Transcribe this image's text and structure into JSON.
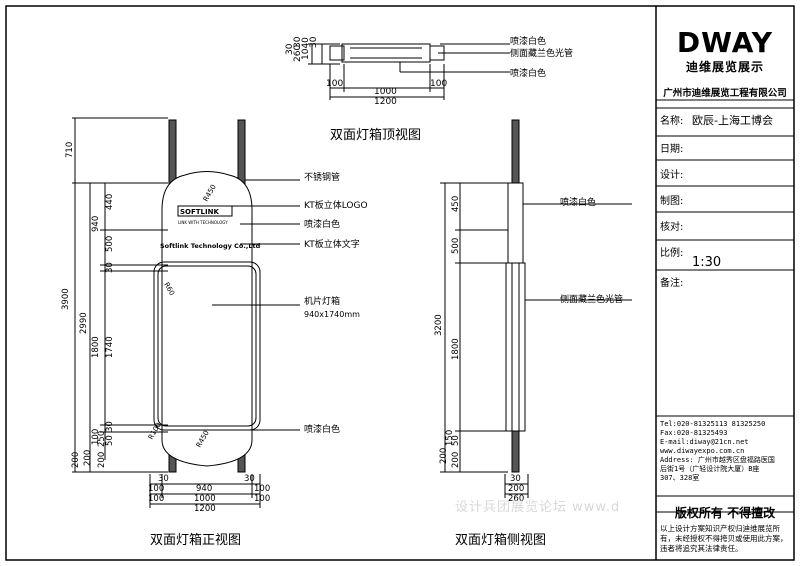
{
  "drawing": {
    "top_view_title": "双面灯箱顶视图",
    "front_view_title": "双面灯箱正视图",
    "side_view_title": "双面灯箱侧视图",
    "top_labels": [
      "喷漆白色",
      "侧面藏兰色光管",
      "喷漆白色"
    ],
    "top_dims": {
      "d260": "260",
      "d30a": "30",
      "d30b": "30",
      "d1040": "1040",
      "d30c": "30",
      "w100a": "100",
      "w1000": "1000",
      "w100b": "100",
      "w1200": "1200"
    },
    "front_labels": [
      "不锈钢管",
      "KT板立体LOGO",
      "喷漆白色",
      "KT板立体文字",
      "机片灯箱",
      "940x1740mm",
      "喷漆白色"
    ],
    "front_panel_text": [
      "SOFTLINK",
      "LINK WITH TECHNOLOGY",
      "Softlink Technology Co.,Ltd"
    ],
    "front_radii": [
      "R450",
      "R60",
      "R100",
      "R450"
    ],
    "front_dims_left": [
      "710",
      "3900",
      "940",
      "440",
      "500",
      "30",
      "2990",
      "1800",
      "1740",
      "30",
      "100",
      "250",
      "200",
      "50",
      "200",
      "200"
    ],
    "front_dims_bottom": [
      "30",
      "30",
      "100",
      "940",
      "100",
      "100",
      "1000",
      "100",
      "1200"
    ],
    "side_labels": [
      "喷漆白色",
      "侧面藏兰色光管"
    ],
    "side_dims_left": [
      "450",
      "500",
      "3200",
      "1800",
      "200",
      "150",
      "50",
      "200"
    ],
    "side_dims_bottom": [
      "30",
      "200",
      "260"
    ]
  },
  "titleblock": {
    "logo": "DWAY",
    "logo_cn": "迪维展览展示",
    "company": "广州市迪维展览工程有限公司",
    "name_label": "名称:",
    "name_value": "欧辰-上海工博会",
    "date_label": "日期:",
    "design_label": "设计:",
    "draw_label": "制图:",
    "check_label": "核对:",
    "scale_label": "比例:",
    "scale_value": "1:30",
    "notes_label": "备注:",
    "contact": [
      "Tel:020-81325113 81325250",
      "Fax:020-81325493",
      "E-mail:diway@21cn.net",
      "www.diwayexpo.com.cn",
      "Address: 广州市越秀区盘福路医国",
      "后街1号（广轻设计院大厦）B座",
      "307、328室"
    ],
    "rights": "版权所有  不得擅改",
    "rights_note": "以上设计方案知识产权归迪维展览所有，未经授权不得挎贝或使用此方案，违者将追究其法律责任。"
  },
  "watermark": "设计兵团展览论坛  www.d"
}
